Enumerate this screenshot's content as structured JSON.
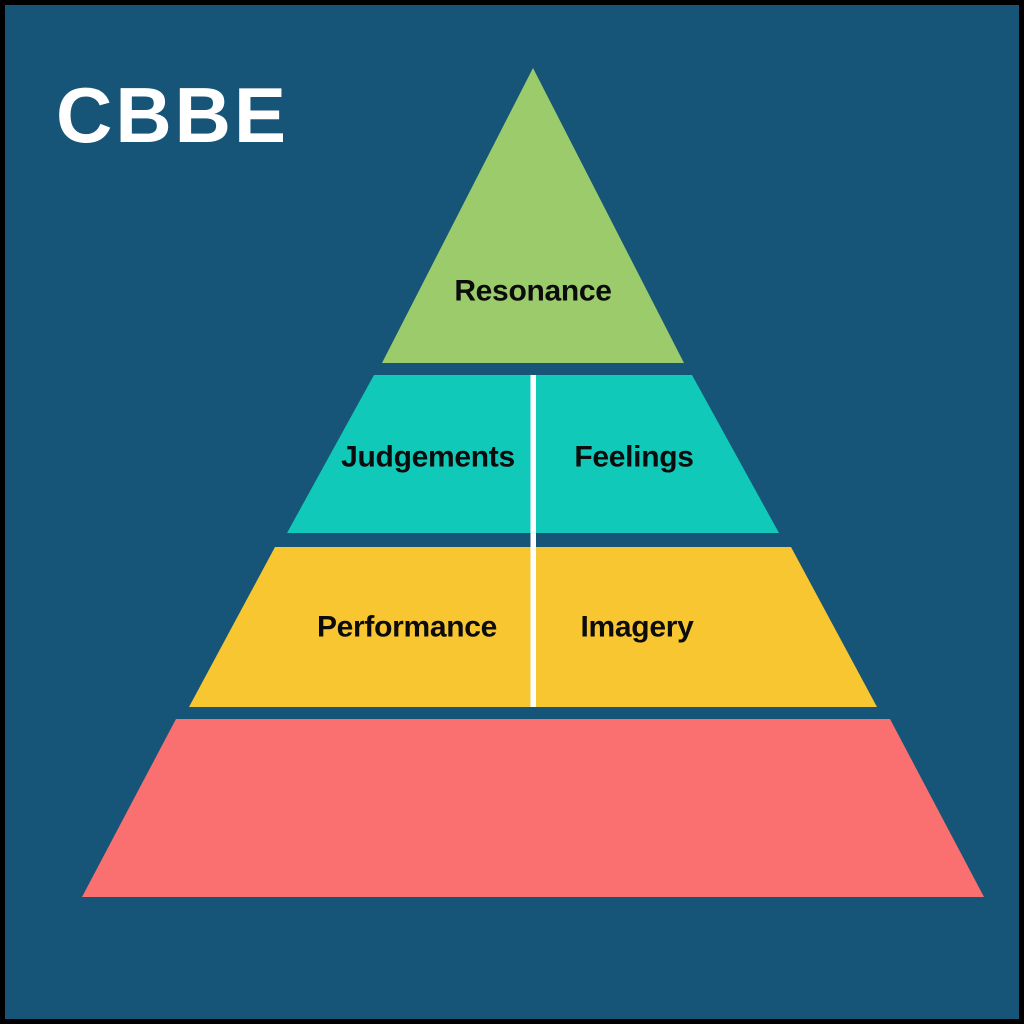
{
  "title": "CBBE",
  "colors": {
    "background": "#165577",
    "frame_border": "#000000",
    "title_text": "#ffffff",
    "label_text": "#0c0c0c",
    "level_resonance": "#9BCB6B",
    "level_judgements_feelings": "#10C9B8",
    "level_performance_imagery": "#F7C631",
    "level_base": "#FA7070",
    "divider": "#ffffff"
  },
  "pyramid": {
    "description": "Customer-Based Brand Equity pyramid, 4 tiers, top to bottom",
    "levels": [
      {
        "tier": 1,
        "labels": [
          "Resonance"
        ],
        "color": "#9BCB6B"
      },
      {
        "tier": 2,
        "labels": [
          "Judgements",
          "Feelings"
        ],
        "color": "#10C9B8"
      },
      {
        "tier": 3,
        "labels": [
          "Performance",
          "Imagery"
        ],
        "color": "#F7C631"
      },
      {
        "tier": 4,
        "labels": [],
        "color": "#FA7070"
      }
    ]
  },
  "labels": {
    "resonance": "Resonance",
    "judgements": "Judgements",
    "feelings": "Feelings",
    "performance": "Performance",
    "imagery": "Imagery"
  }
}
